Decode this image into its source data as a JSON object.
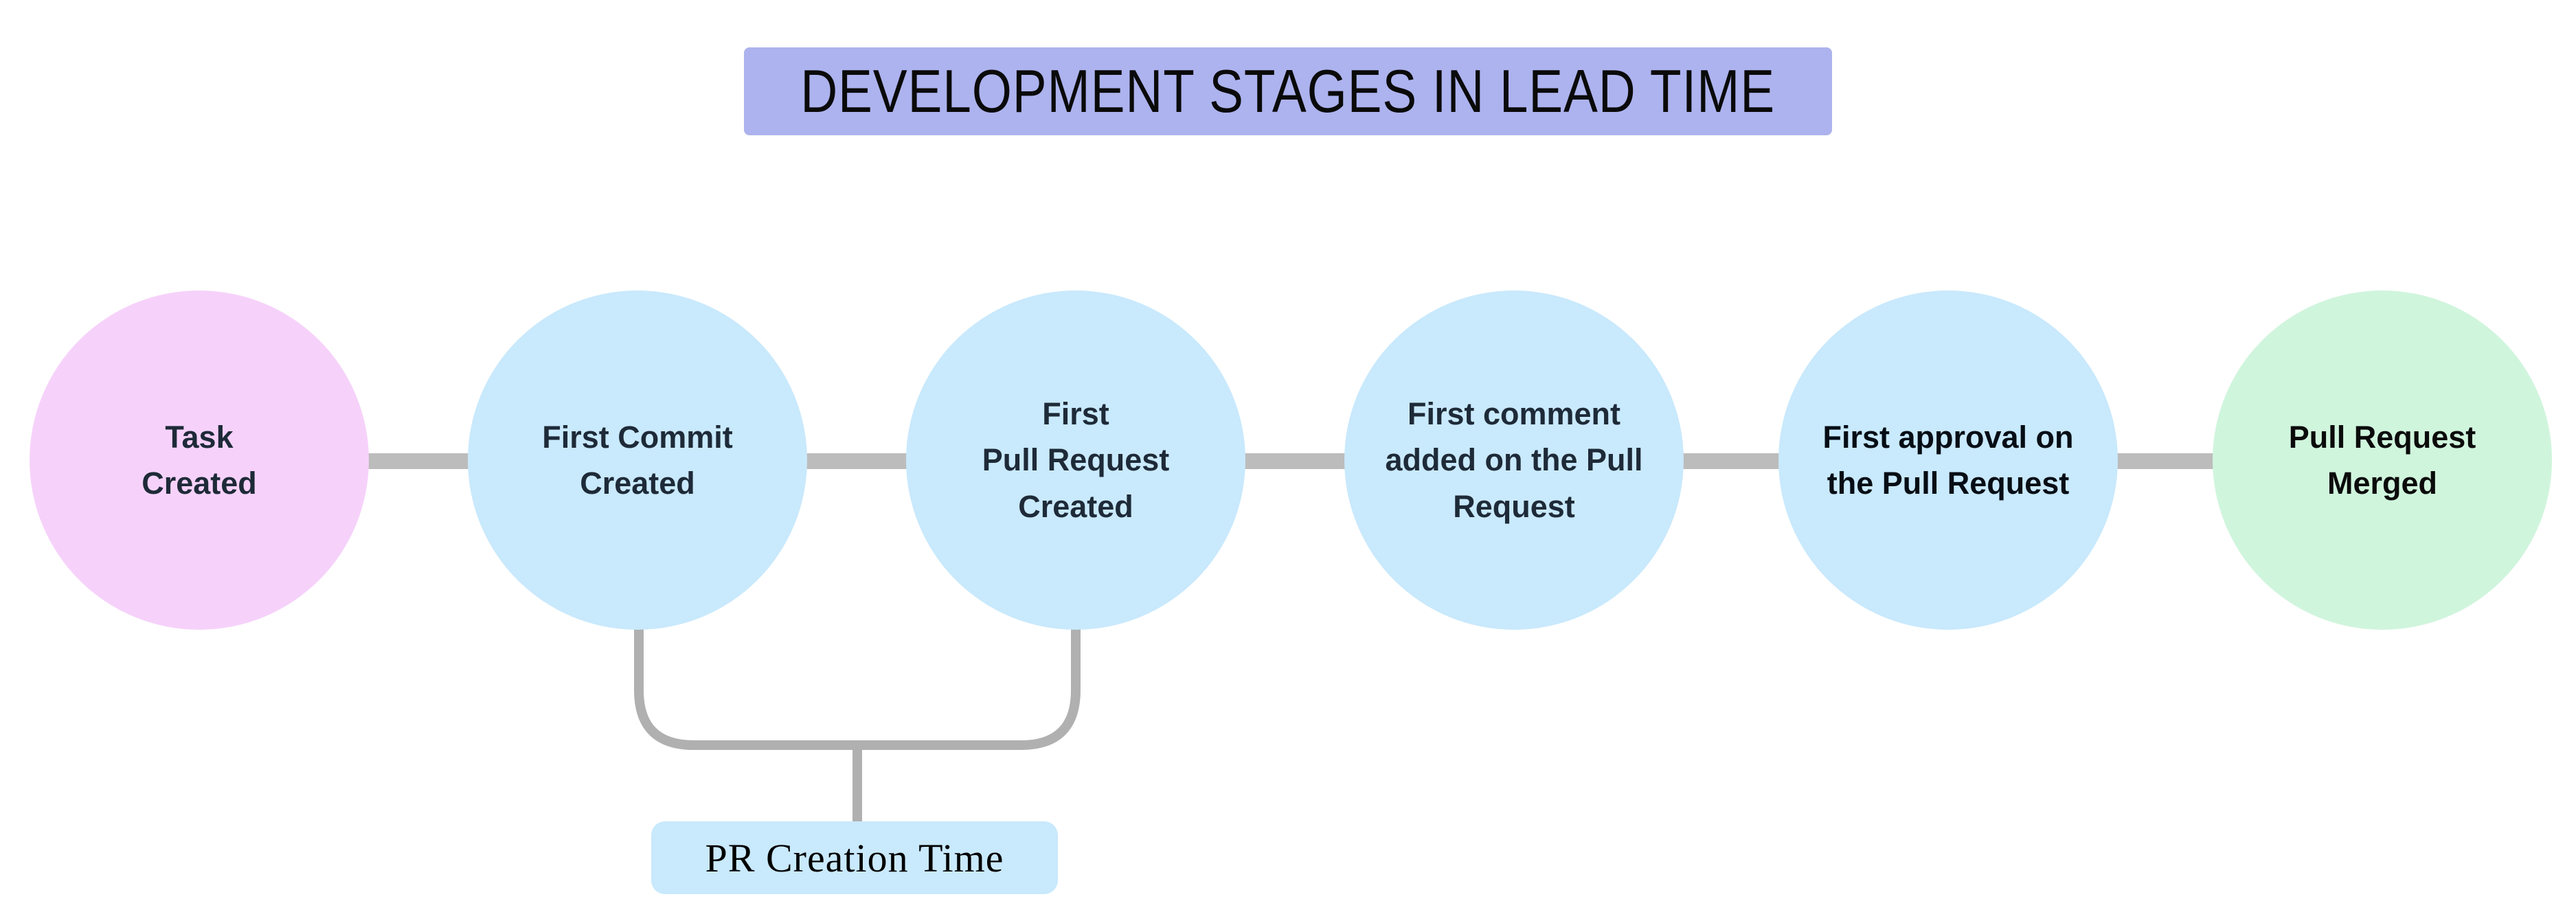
{
  "title": {
    "text": "DEVELOPMENT STAGES IN LEAD TIME",
    "bg_color": "#ADB3EE",
    "text_color": "#0A0A0A"
  },
  "stages": [
    {
      "id": "task-created",
      "label": "Task\nCreated",
      "fill": "#F6D2FA",
      "text_color": "#1E2A38"
    },
    {
      "id": "first-commit-created",
      "label": "First Commit\nCreated",
      "fill": "#C9E9FC",
      "text_color": "#1E2A38"
    },
    {
      "id": "first-pull-request-created",
      "label": "First\nPull Request\nCreated",
      "fill": "#C9E9FC",
      "text_color": "#1E2A38"
    },
    {
      "id": "first-comment-added",
      "label": "First comment\nadded on the Pull\nRequest",
      "fill": "#C9E9FC",
      "text_color": "#1E2A38"
    },
    {
      "id": "first-approval",
      "label": "First approval on\nthe Pull Request",
      "fill": "#C9E9FC",
      "text_color": "#060D15"
    },
    {
      "id": "pull-request-merged",
      "label": "Pull Request\nMerged",
      "fill": "#D0F5DD",
      "text_color": "#0B0B0B"
    }
  ],
  "connectors": {
    "color": "#BCBCBC"
  },
  "bracket": {
    "color": "#B0B0B0",
    "label": "PR Creation Time",
    "label_bg": "#C9E9FC",
    "label_text_color": "#000000"
  }
}
